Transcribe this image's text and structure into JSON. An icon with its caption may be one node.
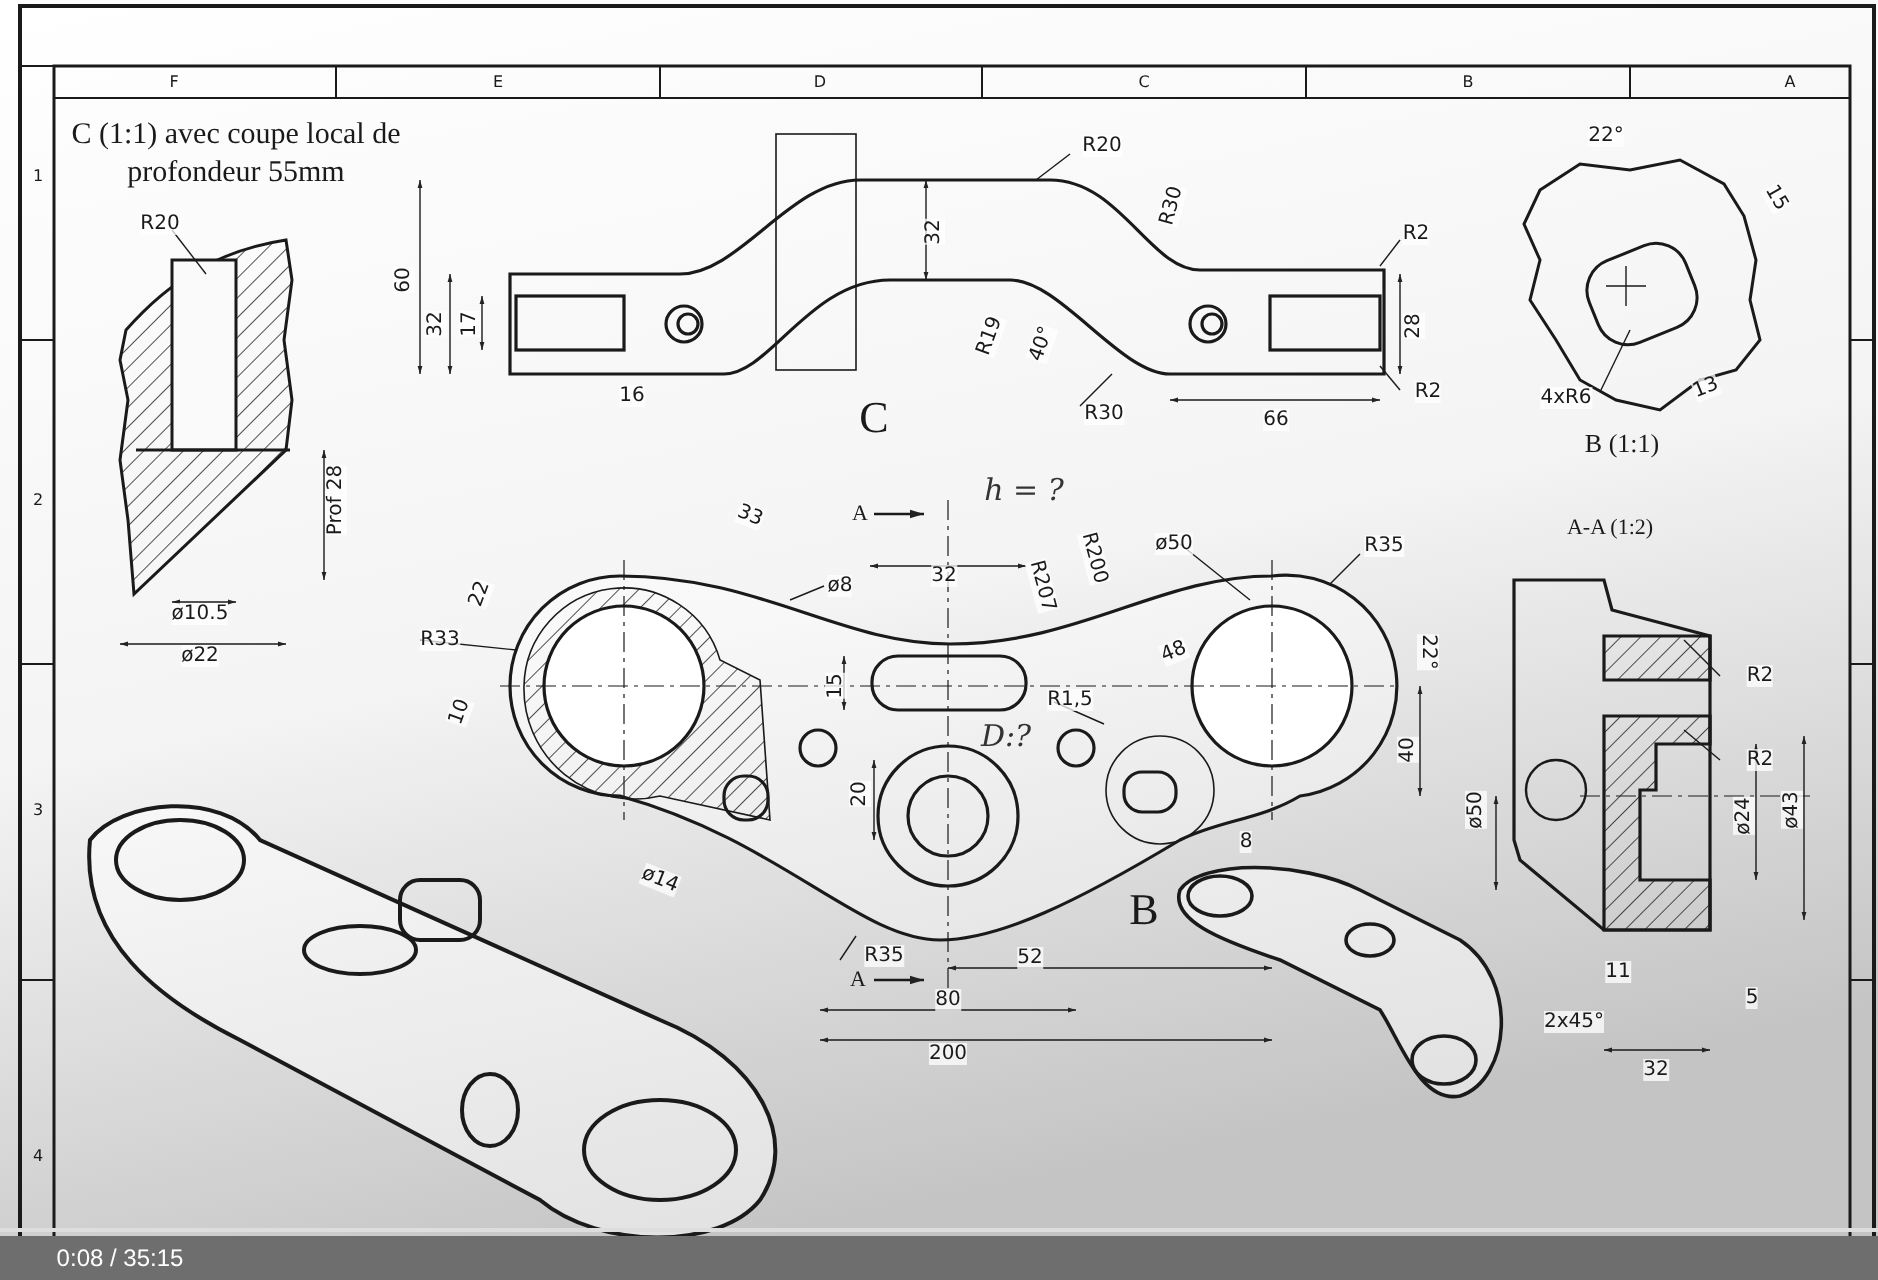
{
  "diagram": {
    "labels": [
      "F",
      "E",
      "D",
      "C",
      "B",
      "A",
      "1",
      "C (1:1) avec coupe local de profondeur 55mm",
      "R20",
      "60",
      "32",
      "R20",
      "R30",
      "R2",
      "22°",
      "15",
      "32",
      "17",
      "R19",
      "40°",
      "28",
      "16",
      "R30",
      "R2",
      "66",
      "4xR6",
      "13",
      "C",
      "B (1:1)",
      "h = ?",
      "2",
      "Prof 28",
      "A",
      "33",
      "A-A (1:2)",
      "R200",
      "ø50",
      "R35",
      "32",
      "R207",
      "22",
      "ø8",
      "ø10.5",
      "R33",
      "22°",
      "ø22",
      "R2",
      "15",
      "48",
      "R1,5",
      "10",
      "D:?",
      "40",
      "R2",
      "20",
      "ø50",
      "ø24",
      "ø43",
      "3",
      "8",
      "ø14",
      "B",
      "R35",
      "52",
      "11",
      "A",
      "80",
      "5",
      "2x45°",
      "200",
      "32",
      "4",
      "0:08 / 35:15"
    ]
  }
}
